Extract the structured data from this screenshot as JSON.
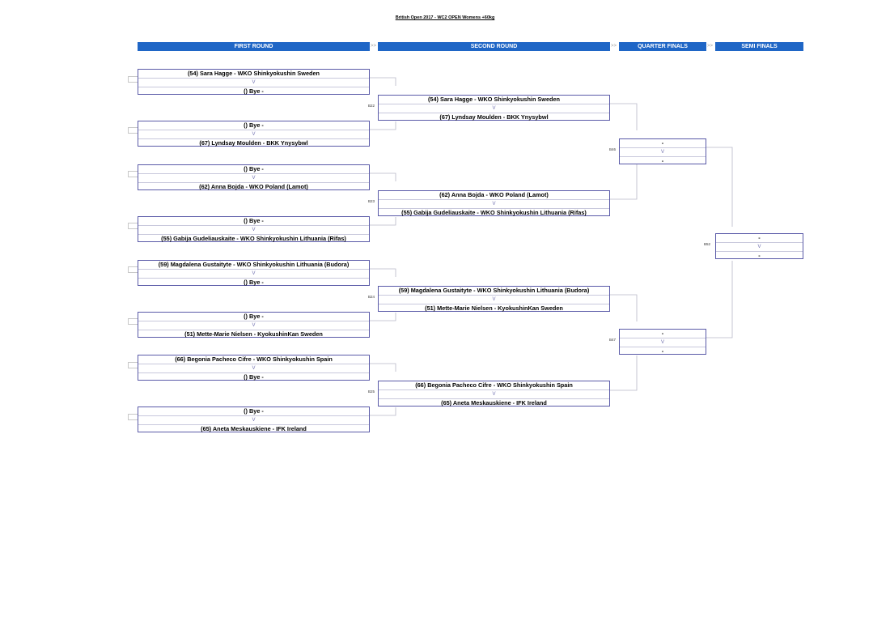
{
  "page": {
    "title": "British Open 2017 - WC2 OPEN Womens +60kg"
  },
  "rounds": {
    "first": "FIRST ROUND",
    "second": "SECOND ROUND",
    "quarter": "QUARTER FINALS",
    "semi": "SEMI FINALS",
    "arrow": ">>"
  },
  "vs_label": "V",
  "first_round": [
    {
      "top": "(54) Sara Hagge - WKO Shinkyokushin Sweden",
      "bottom": "() Bye -"
    },
    {
      "top": "() Bye -",
      "bottom": "(67) Lyndsay Moulden - BKK Ynysybwl"
    },
    {
      "top": "() Bye -",
      "bottom": "(62) Anna Bojda - WKO Poland (Lamot)"
    },
    {
      "top": "() Bye -",
      "bottom": "(55) Gabija Gudeliauskaite - WKO Shinkyokushin Lithuania (Rifas)"
    },
    {
      "top": "(59) Magdalena Gustaityte - WKO Shinkyokushin Lithuania (Budora)",
      "bottom": "() Bye -"
    },
    {
      "top": "() Bye -",
      "bottom": "(51) Mette-Marie Nielsen - KyokushinKan Sweden"
    },
    {
      "top": "(66) Begonia Pacheco Cifre - WKO Shinkyokushin Spain",
      "bottom": "() Bye -"
    },
    {
      "top": "() Bye -",
      "bottom": "(65) Aneta Meskauskiene - IFK Ireland"
    }
  ],
  "second_round": [
    {
      "label": "B22",
      "top": "(54) Sara Hagge - WKO Shinkyokushin Sweden",
      "bottom": "(67) Lyndsay Moulden - BKK Ynysybwl"
    },
    {
      "label": "B23",
      "top": "(62) Anna Bojda - WKO Poland (Lamot)",
      "bottom": "(55) Gabija Gudeliauskaite - WKO Shinkyokushin Lithuania (Rifas)"
    },
    {
      "label": "B24",
      "top": "(59) Magdalena Gustaityte - WKO Shinkyokushin Lithuania (Budora)",
      "bottom": "(51) Mette-Marie Nielsen - KyokushinKan Sweden"
    },
    {
      "label": "B25",
      "top": "(66) Begonia Pacheco Cifre - WKO Shinkyokushin Spain",
      "bottom": "(65) Aneta Meskauskiene - IFK Ireland"
    }
  ],
  "quarter_finals": [
    {
      "label": "B46",
      "top": "-",
      "bottom": "-"
    },
    {
      "label": "B47",
      "top": "-",
      "bottom": "-"
    }
  ],
  "semi_finals": [
    {
      "label": "B52",
      "top": "-",
      "bottom": "-"
    }
  ]
}
